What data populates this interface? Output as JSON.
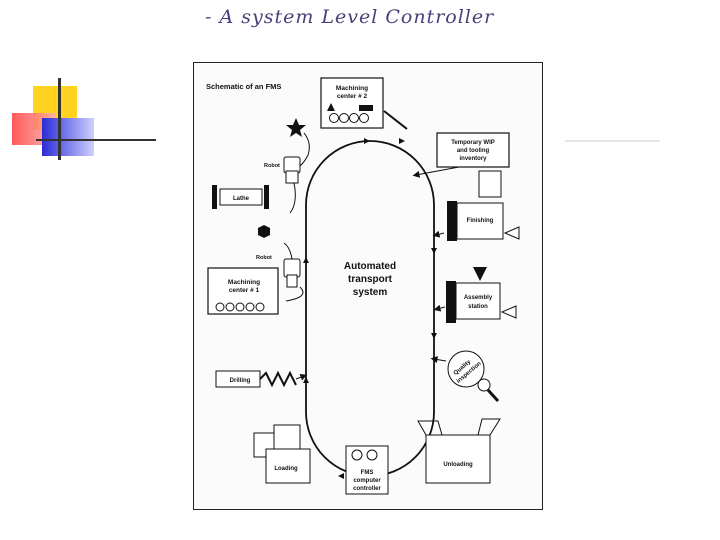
{
  "slide": {
    "heading": "- A system Level Controller"
  },
  "diagram": {
    "title": "Schematic of an FMS",
    "center_label": [
      "Automated",
      "transport",
      "system"
    ],
    "stations": {
      "machining_center_2": [
        "Machining",
        "center # 2"
      ],
      "temp_wip": [
        "Temporary WIP",
        "and tooling",
        "inventory"
      ],
      "finishing": "Finishing",
      "assembly": [
        "Assembly",
        "station"
      ],
      "quality": [
        "Quality",
        "inspection"
      ],
      "unloading": "Unloading",
      "fms_controller": [
        "FMS",
        "computer",
        "controller"
      ],
      "loading": "Loading",
      "drilling": "Drilling",
      "machining_center_1": [
        "Machining",
        "center # 1"
      ],
      "robot_lower": "Robot",
      "lathe": "Lathe",
      "robot_upper": "Robot"
    }
  },
  "colors": {
    "heading": "#4a3f7a",
    "deco_yellow": "#ffd320",
    "deco_red": "#ff3b3b",
    "deco_blue": "#2b2bd6",
    "ink": "#111111"
  }
}
